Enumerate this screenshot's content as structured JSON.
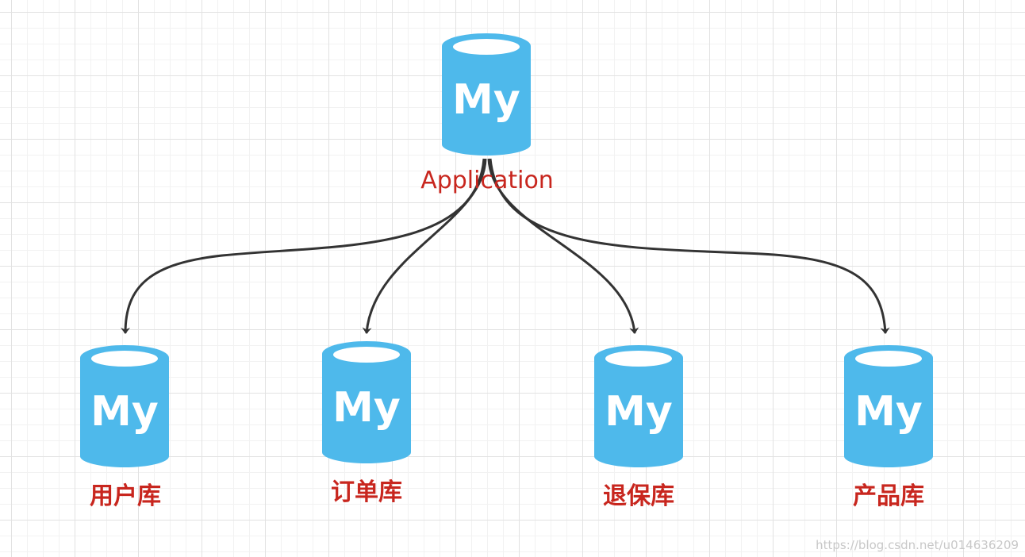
{
  "diagram": {
    "root": {
      "label": "Application",
      "icon_text": "My",
      "icon": "mysql-database-icon"
    },
    "databases": [
      {
        "label": "用户库",
        "icon_text": "My",
        "icon": "mysql-database-icon"
      },
      {
        "label": "订单库",
        "icon_text": "My",
        "icon": "mysql-database-icon"
      },
      {
        "label": "退保库",
        "icon_text": "My",
        "icon": "mysql-database-icon"
      },
      {
        "label": "产品库",
        "icon_text": "My",
        "icon": "mysql-database-icon"
      }
    ],
    "watermark": "https://blog.csdn.net/u014636209"
  },
  "colors": {
    "db_fill": "#4eb9eb",
    "db_top": "#ffffff",
    "icon_text": "#ffffff",
    "label": "#c8261e",
    "arrow": "#333333"
  }
}
